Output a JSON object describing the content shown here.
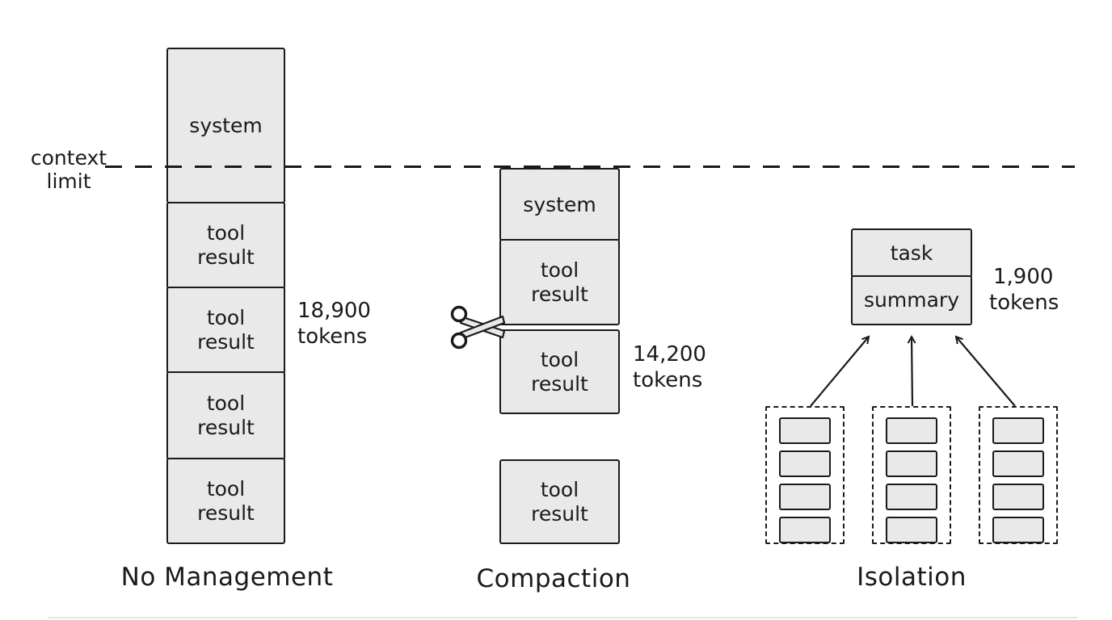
{
  "title": "Context management strategies diagram",
  "colors": {
    "stroke": "#1a1a1a",
    "box_fill": "#e9e9e9",
    "background": "#ffffff",
    "faint_line": "#d9d9d9"
  },
  "context_limit": {
    "line1": "context",
    "line2": "limit"
  },
  "columns": {
    "no_management": {
      "label": "No Management",
      "tokens_value": "18,900",
      "tokens_unit": "tokens",
      "boxes": [
        "system",
        "tool result",
        "tool result",
        "tool result",
        "tool result"
      ]
    },
    "compaction": {
      "label": "Compaction",
      "tokens_value": "14,200",
      "tokens_unit": "tokens",
      "boxes": [
        "system",
        "tool result",
        "tool result"
      ],
      "detached_box": "tool result"
    },
    "isolation": {
      "label": "Isolation",
      "tokens_value": "1,900",
      "tokens_unit": "tokens",
      "top_boxes": [
        "task",
        "summary"
      ],
      "subagent_count": 3,
      "blocks_per_subagent": 4
    }
  },
  "icons": {
    "scissors": "scissors-icon",
    "arrows": "merge-arrows"
  }
}
